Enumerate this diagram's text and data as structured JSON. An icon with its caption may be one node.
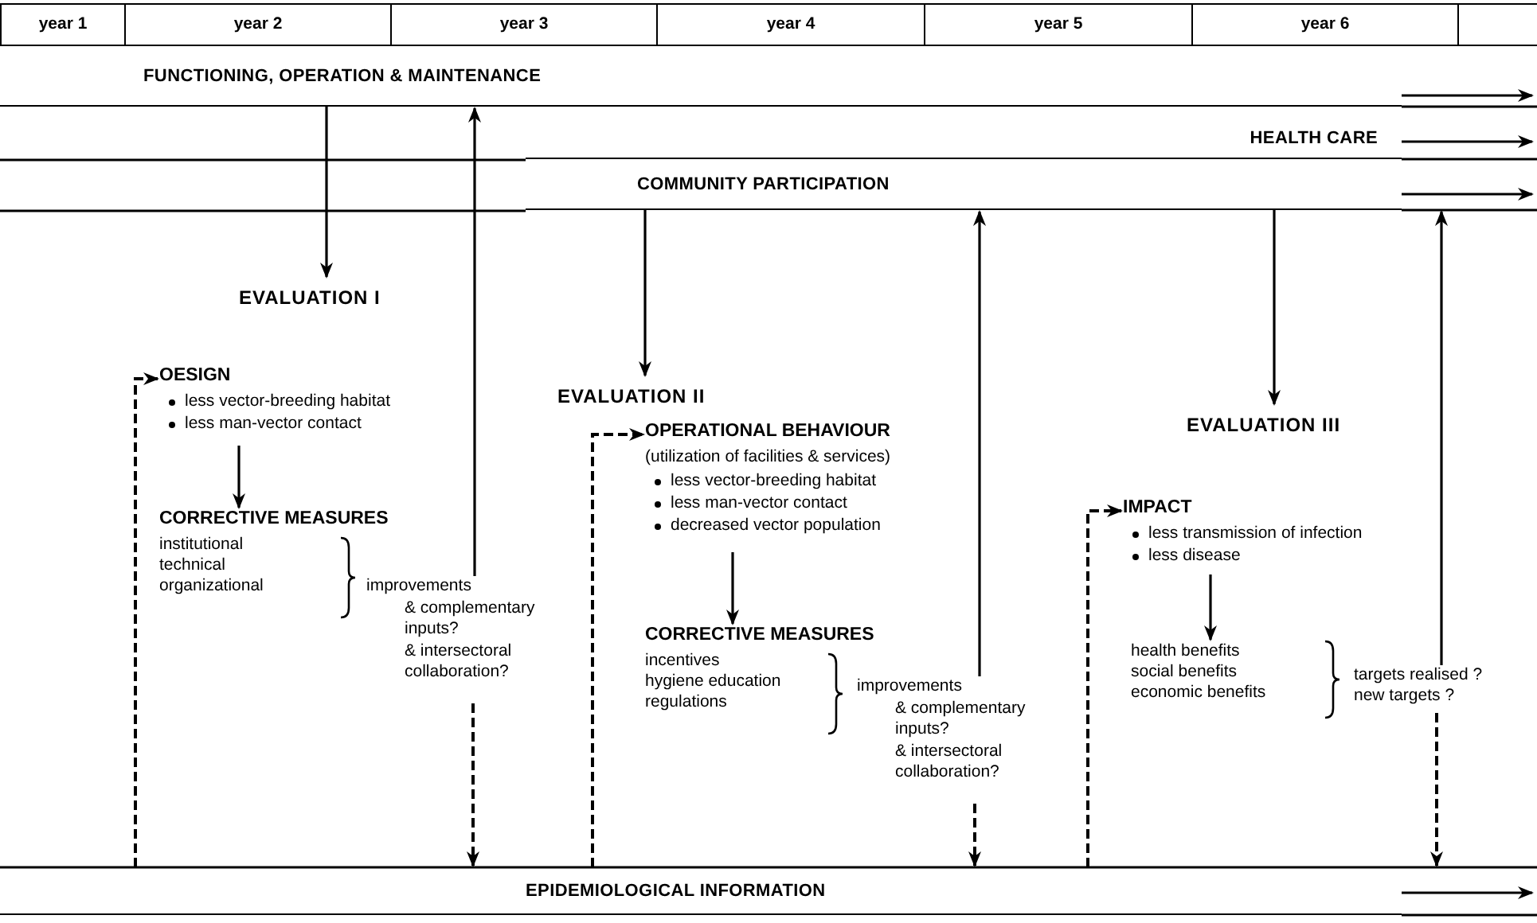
{
  "diagram": {
    "nodes": [
      {
        "text": [
          "FUNCTIONING, OPERATION & MAINTENANCE"
        ]
      },
      {
        "text": [
          "HEALTH CARE"
        ]
      },
      {
        "text": [
          "COMMUNITY PARTICIPATION"
        ]
      },
      {
        "text": [
          "EVALUATION I"
        ]
      },
      {
        "text": [
          "EVALUATION II"
        ]
      },
      {
        "text": [
          "EVALUATION III"
        ]
      },
      {
        "text": [
          "OESIGN",
          "less vector-breeding habitat",
          "less man-vector contact"
        ]
      },
      {
        "text": [
          "CORRECTIVE MEASURES",
          "institutional",
          "technical",
          "organizational"
        ]
      },
      {
        "text": [
          "improvements",
          "& complementary inputs?",
          "& intersectoral collaboration?"
        ]
      },
      {
        "text": [
          "OPERATIONAL BEHAVIOUR",
          "(utilization of facilities & services)",
          "less vector-breeding habitat",
          "less man-vector contact",
          "decreased vector population"
        ]
      },
      {
        "text": [
          "CORRECTIVE MEASURES",
          "incentives",
          "hygiene education",
          "regulations"
        ]
      },
      {
        "text": [
          "improvements",
          "& complementary inputs?",
          "& intersectoral collaboration?"
        ]
      },
      {
        "text": [
          "IMPACT",
          "less transmission of infection",
          "less disease"
        ]
      },
      {
        "text": [
          "health benefits",
          "social benefits",
          "economic benefits"
        ]
      },
      {
        "text": [
          "targets realised ?",
          "new targets ?"
        ]
      },
      {
        "text": [
          "EPIDEMIOLOGICAL INFORMATION"
        ]
      }
    ],
    "edges": [
      {
        "from": 0,
        "to": 3,
        "arrow": "to"
      },
      {
        "from": 8,
        "to": 0,
        "arrow": "to"
      },
      {
        "from": 2,
        "to": 4,
        "arrow": "to"
      },
      {
        "from": 11,
        "to": 2,
        "arrow": "to"
      },
      {
        "from": 2,
        "to": 5,
        "arrow": "to"
      },
      {
        "from": 14,
        "to": 2,
        "arrow": "to"
      },
      {
        "from": 6,
        "to": 7,
        "arrow": "to"
      },
      {
        "from": 9,
        "to": 10,
        "arrow": "to"
      },
      {
        "from": 12,
        "to": 13,
        "arrow": "to"
      },
      {
        "from": 15,
        "to": 6,
        "arrow": "to",
        "style": "dashed"
      },
      {
        "from": 8,
        "to": 15,
        "arrow": "to",
        "style": "dashed"
      },
      {
        "from": 15,
        "to": 9,
        "arrow": "to",
        "style": "dashed"
      },
      {
        "from": 11,
        "to": 15,
        "arrow": "to",
        "style": "dashed"
      },
      {
        "from": 15,
        "to": 12,
        "arrow": "to",
        "style": "dashed"
      },
      {
        "from": 14,
        "to": 15,
        "arrow": "to",
        "style": "dashed"
      },
      {
        "from": 0,
        "to": null,
        "arrow": "to"
      },
      {
        "from": 1,
        "to": null,
        "arrow": "to"
      },
      {
        "from": 2,
        "to": null,
        "arrow": "to"
      },
      {
        "from": 15,
        "to": null,
        "arrow": "to"
      }
    ],
    "labels": [
      "year 1",
      "year 2",
      "year 3",
      "year 4",
      "year 5",
      "year 6"
    ]
  }
}
